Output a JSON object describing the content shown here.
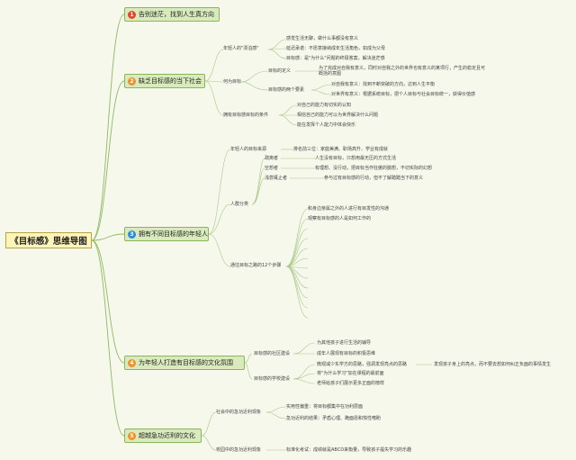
{
  "root": "《目标感》思维导图",
  "main": [
    {
      "num": "1",
      "num_color": "#e0472c",
      "label": "告别迷茫，找到人生真方向"
    },
    {
      "num": "2",
      "num_color": "#f0912c",
      "label": "缺乏目标感的当下社会"
    },
    {
      "num": "3",
      "num_color": "#2c8ae0",
      "label": "拥有不同目标感的年轻人"
    },
    {
      "num": "4",
      "num_color": "#f0912c",
      "label": "为年轻人打造有目标感的文化氛围"
    },
    {
      "num": "5",
      "num_color": "#f0912c",
      "label": "超越急功近利的文化"
    }
  ],
  "labels": {
    "l2a": "年轻人的\"漂泊感\"",
    "l2a1": "感觉生活无聊，做什么事都没有意义",
    "l2a2": "延迟承诺：不愿意接纳成年生活角色，如成为父母",
    "l2a3": "目标感：是\"为什么\"问题的终极答案，解决迷茫感",
    "l2b": "何为目标",
    "l2b1": "目标的定义",
    "l2b1a": "为了完成对自我有意义，同时对自我之外的世界也有意义的某项行，产生的稳定且可概括的意图",
    "l2b2": "目标感的两个要素",
    "l2b2a": "对自我有意义：找到不断突破的方向，达到人生平衡",
    "l2b2b": "对世界有意义：根据系统目标，把个人目标与社会目标统一，获得价值感",
    "l2c": "拥有目标感目标的条件",
    "l2c1": "对自己的能力有切实的认知",
    "l2c2": "相信自己的能力可以为世界解决什么问题",
    "l2c3": "能在发挥个人能力中体会快乐",
    "l3a": "年轻人的目标来源",
    "l3a1": "排名前三位：家庭美满、职场高升、学业有成就",
    "l3b": "人群分类",
    "l3b1": "疏离者",
    "l3b1a": "人生没有目标，只想用最无压的方式生活",
    "l3b2": "空想者",
    "l3b2a": "有理想、没行动，把目标当作狂傲的臆想，不切实际的幻想",
    "l3b3": "浅尝辄止者",
    "l3b3a": "参与过有目标感的行动，但不了解踏踏当下的意义",
    "l3c": "通往目标之路的12个步骤",
    "l3c1": "和身边亲属之外的人进行有目发性的沟通",
    "l3c2": "观察有目标感的人是如何工作的",
    "l4a": "目标感的社区建设",
    "l4a1": "为其他孩子进行生活的辅导",
    "l4a2": "成年人展现有目标的积极思维",
    "l4b": "目标感的学校建设",
    "l4b1": "微观减少东学方的思路，强调发现亮点的思路",
    "l4b1a": "发现孩子身上的亮点，而不要去想如何纠正负面的事情发生",
    "l4b2": "将\"为什么学习\"加在课程的最前面",
    "l4b3": "老师给孩子们展示更多正面的榜样",
    "l5a": "社会中的急功近利现象",
    "l5a1": "实用性偏重：将目标都集中在功利层面",
    "l5a2": "急功近利的结果：矛盾心理、跪面恩和惰性嗜盼",
    "l5b": "校园中的急功近利现象",
    "l5b1": "标准化考试：成绩就是ABCD来衡量，导致孩子提失学习的乐趣"
  }
}
